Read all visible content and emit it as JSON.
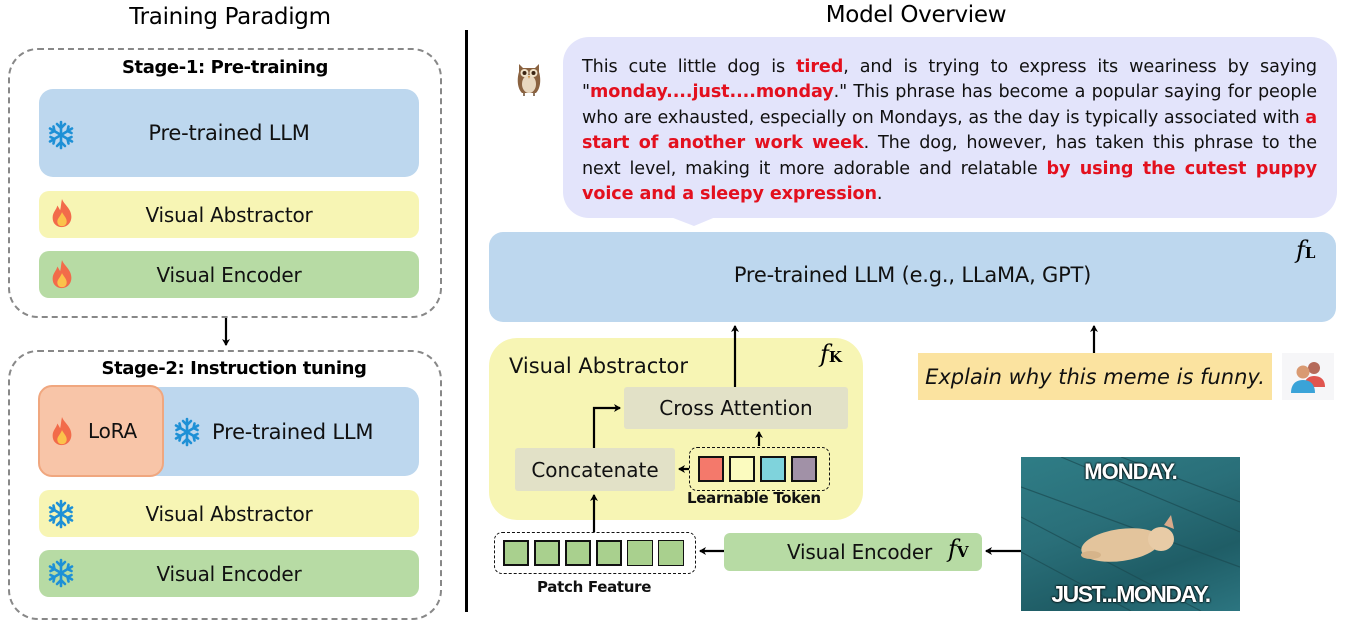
{
  "left": {
    "title": "Training Paradigm",
    "stage1": {
      "title": "Stage-1: Pre-training",
      "blocks": [
        {
          "label": "Pre-trained  LLM",
          "status": "frozen",
          "icon": "snowflake-icon"
        },
        {
          "label": "Visual Abstractor",
          "status": "trainable",
          "icon": "fire-icon"
        },
        {
          "label": "Visual Encoder",
          "status": "trainable",
          "icon": "fire-icon"
        }
      ]
    },
    "stage2": {
      "title": "Stage-2: Instruction tuning",
      "lora": {
        "label": "LoRA",
        "status": "trainable",
        "icon": "fire-icon"
      },
      "blocks": [
        {
          "label": "Pre-trained  LLM",
          "status": "frozen",
          "icon": "snowflake-icon"
        },
        {
          "label": "Visual Abstractor",
          "status": "frozen",
          "icon": "snowflake-icon"
        },
        {
          "label": "Visual Encoder",
          "status": "frozen",
          "icon": "snowflake-icon"
        }
      ]
    }
  },
  "right": {
    "title": "Model Overview",
    "response": {
      "avatar": "owl-icon",
      "segments": [
        {
          "text": "This cute little dog is ",
          "highlight": false
        },
        {
          "text": "tired",
          "highlight": true
        },
        {
          "text": ", and is trying to express its weariness by saying \"",
          "highlight": false
        },
        {
          "text": "monday....just....monday",
          "highlight": true
        },
        {
          "text": ".\" This phrase has become a popular saying for people who are exhausted, especially on Mondays, as the day is typically associated with ",
          "highlight": false
        },
        {
          "text": "a start of another work week",
          "highlight": true
        },
        {
          "text": ". The dog, however, has taken this phrase to the next level, making it more adorable and relatable ",
          "highlight": false
        },
        {
          "text": "by using the cutest puppy voice and a sleepy expression",
          "highlight": true
        },
        {
          "text": ".",
          "highlight": false
        }
      ]
    },
    "llm": {
      "label": "Pre-trained  LLM (e.g., LLaMA, GPT)",
      "symbol": "f",
      "subscript": "L"
    },
    "abstractor": {
      "label": "Visual Abstractor",
      "symbol": "f",
      "subscript": "K",
      "cross_attention": "Cross Attention",
      "concatenate": "Concatenate",
      "learnable_token_label": "Learnable Token",
      "token_colors": [
        "#f4796b",
        "#fbfbbf",
        "#7fd3dc",
        "#a191a7"
      ]
    },
    "patch_feature": {
      "label": "Patch Feature",
      "count": 6
    },
    "encoder": {
      "label": "Visual Encoder",
      "symbol": "f",
      "subscript": "V"
    },
    "prompt": {
      "text": "Explain why this meme is funny.",
      "avatar": "users-icon"
    },
    "meme": {
      "top_text": "MONDAY.",
      "bottom_text": "JUST...MONDAY."
    }
  }
}
